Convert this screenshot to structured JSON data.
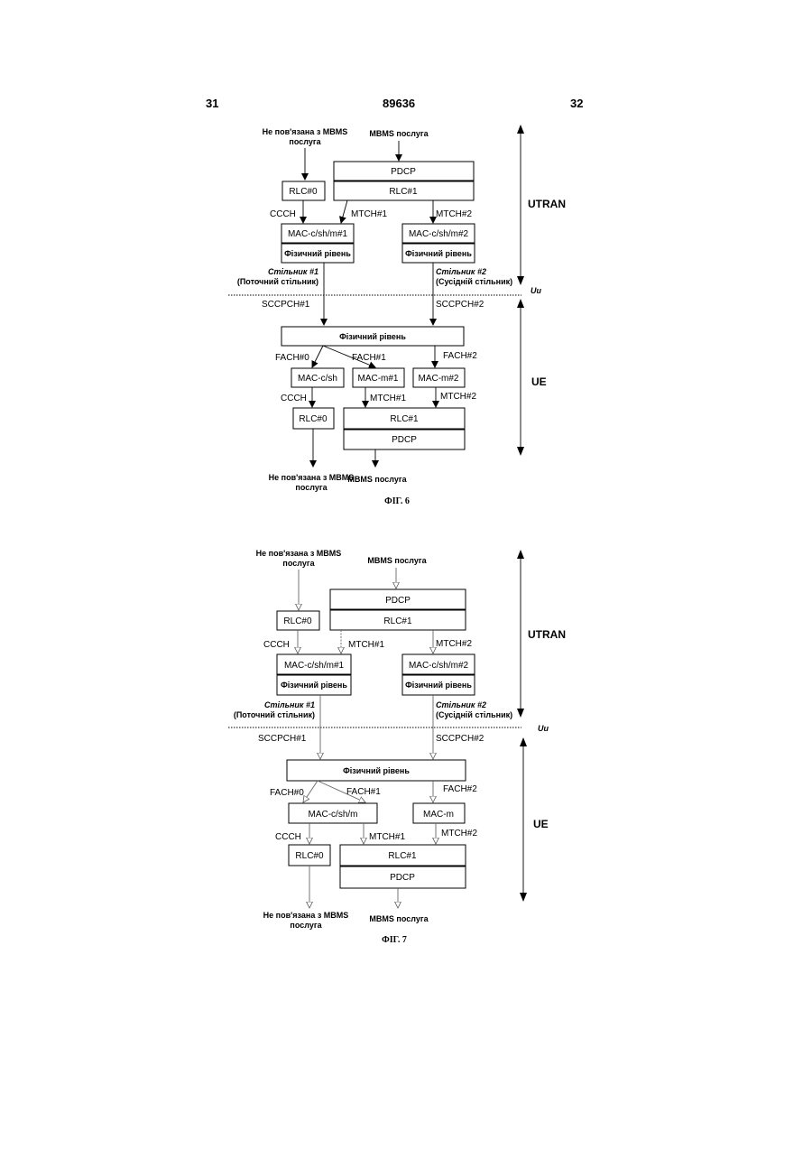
{
  "page": {
    "left_number": "31",
    "center_number": "89636",
    "right_number": "32"
  },
  "fig6": {
    "caption": "ФІГ. 6",
    "non_mbms_top_1": "Не пов'язана з MBMS",
    "non_mbms_top_2": "послуга",
    "mbms_top": "MBMS послуга",
    "pdcp": "PDCP",
    "rlc1": "RLC#1",
    "rlc0": "RLC#0",
    "ccch": "CCCH",
    "mtch1": "MTCH#1",
    "mtch2": "MTCH#2",
    "mac1": "MAC-c/sh/m#1",
    "mac2": "MAC-c/sh/m#2",
    "phys1": "Фізичний рівень",
    "phys2": "Фізичний рівень",
    "cell1_a": "Стільник #1",
    "cell1_b": "(Поточний стільник)",
    "cell2_a": "Стільник #2",
    "cell2_b": "(Сусідній стільник)",
    "utran": "UTRAN",
    "uu": "Uu",
    "sccpch1": "SCCPCH#1",
    "sccpch2": "SCCPCH#2",
    "ue_phys": "Фізичний рівень",
    "fach0": "FACH#0",
    "fach1": "FACH#1",
    "fach2": "FACH#2",
    "ue_mac_csh": "MAC-c/sh",
    "ue_mac_m1": "MAC-m#1",
    "ue_mac_m2": "MAC-m#2",
    "ue_ccch": "CCCH",
    "ue_mtch1": "MTCH#1",
    "ue_mtch2": "MTCH#2",
    "ue_rlc0": "RLC#0",
    "ue_rlc1": "RLC#1",
    "ue_pdcp": "PDCP",
    "ue": "UE",
    "non_mbms_bottom_1": "Не пов'язана з MBMS",
    "non_mbms_bottom_2": "послуга",
    "mbms_bottom": "MBMS послуга"
  },
  "fig7": {
    "caption": "ФІГ. 7",
    "non_mbms_top_1": "Не пов'язана з MBMS",
    "non_mbms_top_2": "послуга",
    "mbms_top": "MBMS послуга",
    "pdcp": "PDCP",
    "rlc1": "RLC#1",
    "rlc0": "RLC#0",
    "ccch": "CCCH",
    "mtch1": "MTCH#1",
    "mtch2": "MTCH#2",
    "mac1": "MAC-c/sh/m#1",
    "mac2": "MAC-c/sh/m#2",
    "phys1": "Фізичний рівень",
    "phys2": "Фізичний рівень",
    "cell1_a": "Стільник #1",
    "cell1_b": "(Поточний стільник)",
    "cell2_a": "Стільник #2",
    "cell2_b": "(Сусідній стільник)",
    "utran": "UTRAN",
    "uu": "Uu",
    "sccpch1": "SCCPCH#1",
    "sccpch2": "SCCPCH#2",
    "ue_phys": "Фізичний рівень",
    "fach0": "FACH#0",
    "fach1": "FACH#1",
    "fach2": "FACH#2",
    "ue_mac_cshm": "MAC-c/sh/m",
    "ue_mac_m": "MAC-m",
    "ue_ccch": "CCCH",
    "ue_mtch1": "MTCH#1",
    "ue_mtch2": "MTCH#2",
    "ue_rlc0": "RLC#0",
    "ue_rlc1": "RLC#1",
    "ue_pdcp": "PDCP",
    "ue": "UE",
    "non_mbms_bottom_1": "Не пов'язана з MBMS",
    "non_mbms_bottom_2": "послуга",
    "mbms_bottom": "MBMS послуга"
  }
}
